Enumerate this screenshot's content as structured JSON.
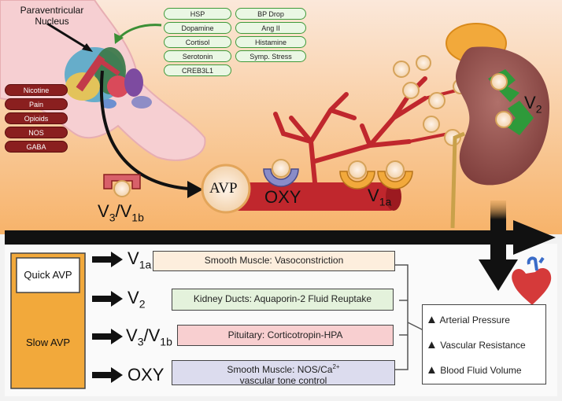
{
  "colors": {
    "gradient_top": "#f7d9c2",
    "gradient_bottom": "#f7b36a",
    "vessel": "#c0272d",
    "slow_box": "#f2a93b",
    "green_pill": "#eaf7e4",
    "red_pill": "#8a1f1f"
  },
  "top": {
    "nucleus_label": "Paraventricular Nucleus",
    "stimulators": [
      "HSP",
      "BP Drop",
      "Dopamine",
      "Ang II",
      "Cortisol",
      "Histamine",
      "Serotonin",
      "Symp. Stress",
      "CREB3L1"
    ],
    "inhibitors": [
      "Nicotine",
      "Pain",
      "Opioids",
      "NOS",
      "GABA"
    ],
    "avp_label": "AVP",
    "oxy_label": "OXY",
    "v1a": {
      "main": "V",
      "sub": "1a"
    },
    "v2": {
      "main": "V",
      "sub": "2"
    },
    "v3v1b": {
      "a": "V",
      "a_sub": "3",
      "sep": "/V",
      "b_sub": "1b"
    }
  },
  "bottom": {
    "quick_label": "Quick AVP",
    "slow_label": "Slow AVP",
    "receptors": [
      {
        "main": "V",
        "sub": "1a",
        "desc": "Smooth Muscle: Vasoconstriction"
      },
      {
        "main": "V",
        "sub": "2",
        "desc": "Kidney Ducts: Aquaporin-2 Fluid Reuptake"
      },
      {
        "main": "V",
        "sub": "3",
        "sep": "/V",
        "sub2": "1b",
        "desc": "Pituitary: Corticotropin-HPA"
      },
      {
        "main": "OXY",
        "desc_line1": "Smooth Muscle: NOS/Ca",
        "desc_sup": "2+",
        "desc_line2": "vascular tone control"
      }
    ],
    "outcomes": [
      "Arterial Pressure",
      "Vascular Resistance",
      "Blood Fluid Volume"
    ]
  }
}
